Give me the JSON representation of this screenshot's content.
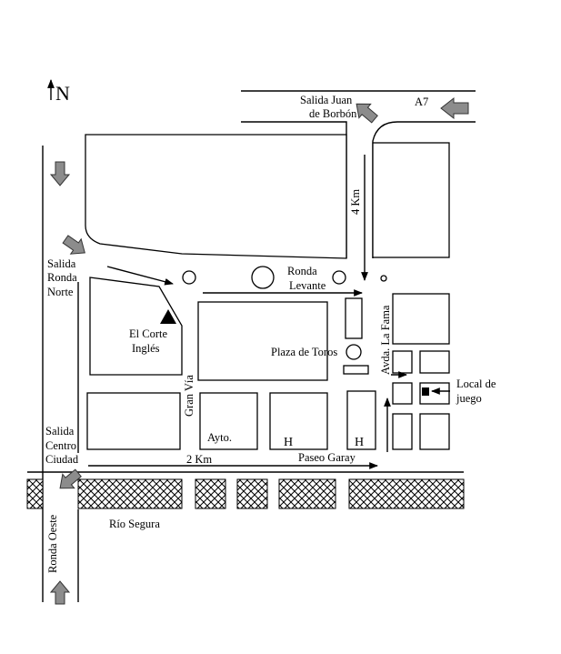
{
  "north": "N",
  "labels": {
    "salida_juan": [
      "Salida Juan",
      "de Borbón"
    ],
    "a7": "A7",
    "four_km": "4 Km",
    "salida_ronda_norte": [
      "Salida",
      "Ronda",
      "Norte"
    ],
    "ronda_levante": [
      "Ronda",
      "Levante"
    ],
    "el_corte": [
      "El Corte",
      "Inglés"
    ],
    "plaza_toros": "Plaza de Toros",
    "avda_fama": "Avda. La Fama",
    "local_juego": [
      "Local de",
      "juego"
    ],
    "gran_via": "Gran Vía",
    "ayto": "Ayto.",
    "hotel1": "H",
    "hotel2": "H",
    "salida_centro": [
      "Salida",
      "Centro",
      "Ciudad"
    ],
    "two_km": "2 Km",
    "paseo_garay": "Paseo Garay",
    "rio_segura": "Río Segura",
    "ronda_oeste": "Ronda Oeste"
  },
  "colors": {
    "lines": "#000000",
    "arrows": "#8c8c8c",
    "background": "#ffffff"
  }
}
